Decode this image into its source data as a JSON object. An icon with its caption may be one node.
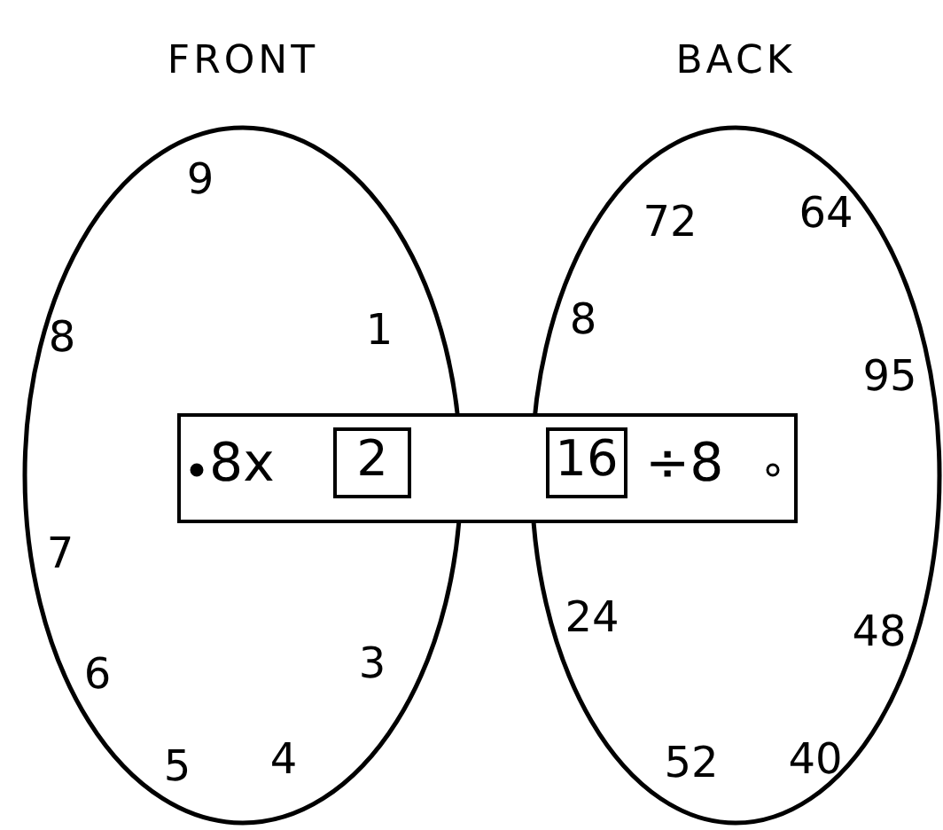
{
  "diagram": {
    "nodes": [
      {
        "text": [
          "FRONT"
        ]
      },
      {
        "text": [
          "BACK"
        ]
      },
      {
        "text": [
          "8x",
          "÷8"
        ]
      },
      {
        "text": [
          "2"
        ]
      },
      {
        "text": [
          "16"
        ]
      }
    ],
    "edges": [],
    "labels": [
      "9",
      "1",
      "3",
      "4",
      "5",
      "6",
      "7",
      "8",
      "72",
      "64",
      "95",
      "48",
      "40",
      "52",
      "24",
      "8"
    ]
  }
}
